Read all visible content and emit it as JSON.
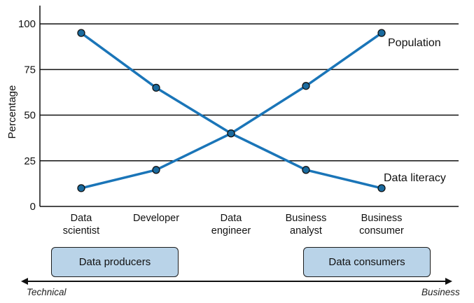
{
  "chart_data": {
    "type": "line",
    "title": "",
    "xlabel": "",
    "ylabel": "Percentage",
    "ylim": [
      0,
      110
    ],
    "yticks": [
      0,
      25,
      50,
      75,
      100
    ],
    "grid": "horizontal",
    "categories": [
      [
        "Data",
        "scientist"
      ],
      [
        "Developer"
      ],
      [
        "Data",
        "engineer"
      ],
      [
        "Business",
        "analyst"
      ],
      [
        "Business",
        "consumer"
      ]
    ],
    "series": [
      {
        "name": "Data literacy",
        "values": [
          95,
          65,
          40,
          20,
          10
        ],
        "color": "#1a75b8"
      },
      {
        "name": "Population",
        "values": [
          10,
          20,
          40,
          66,
          95
        ],
        "color": "#1a75b8"
      }
    ],
    "marker_fill": "#1a6a9e"
  },
  "groups": {
    "producers": "Data producers",
    "consumers": "Data consumers"
  },
  "scale": {
    "left": "Technical",
    "right": "Business"
  }
}
